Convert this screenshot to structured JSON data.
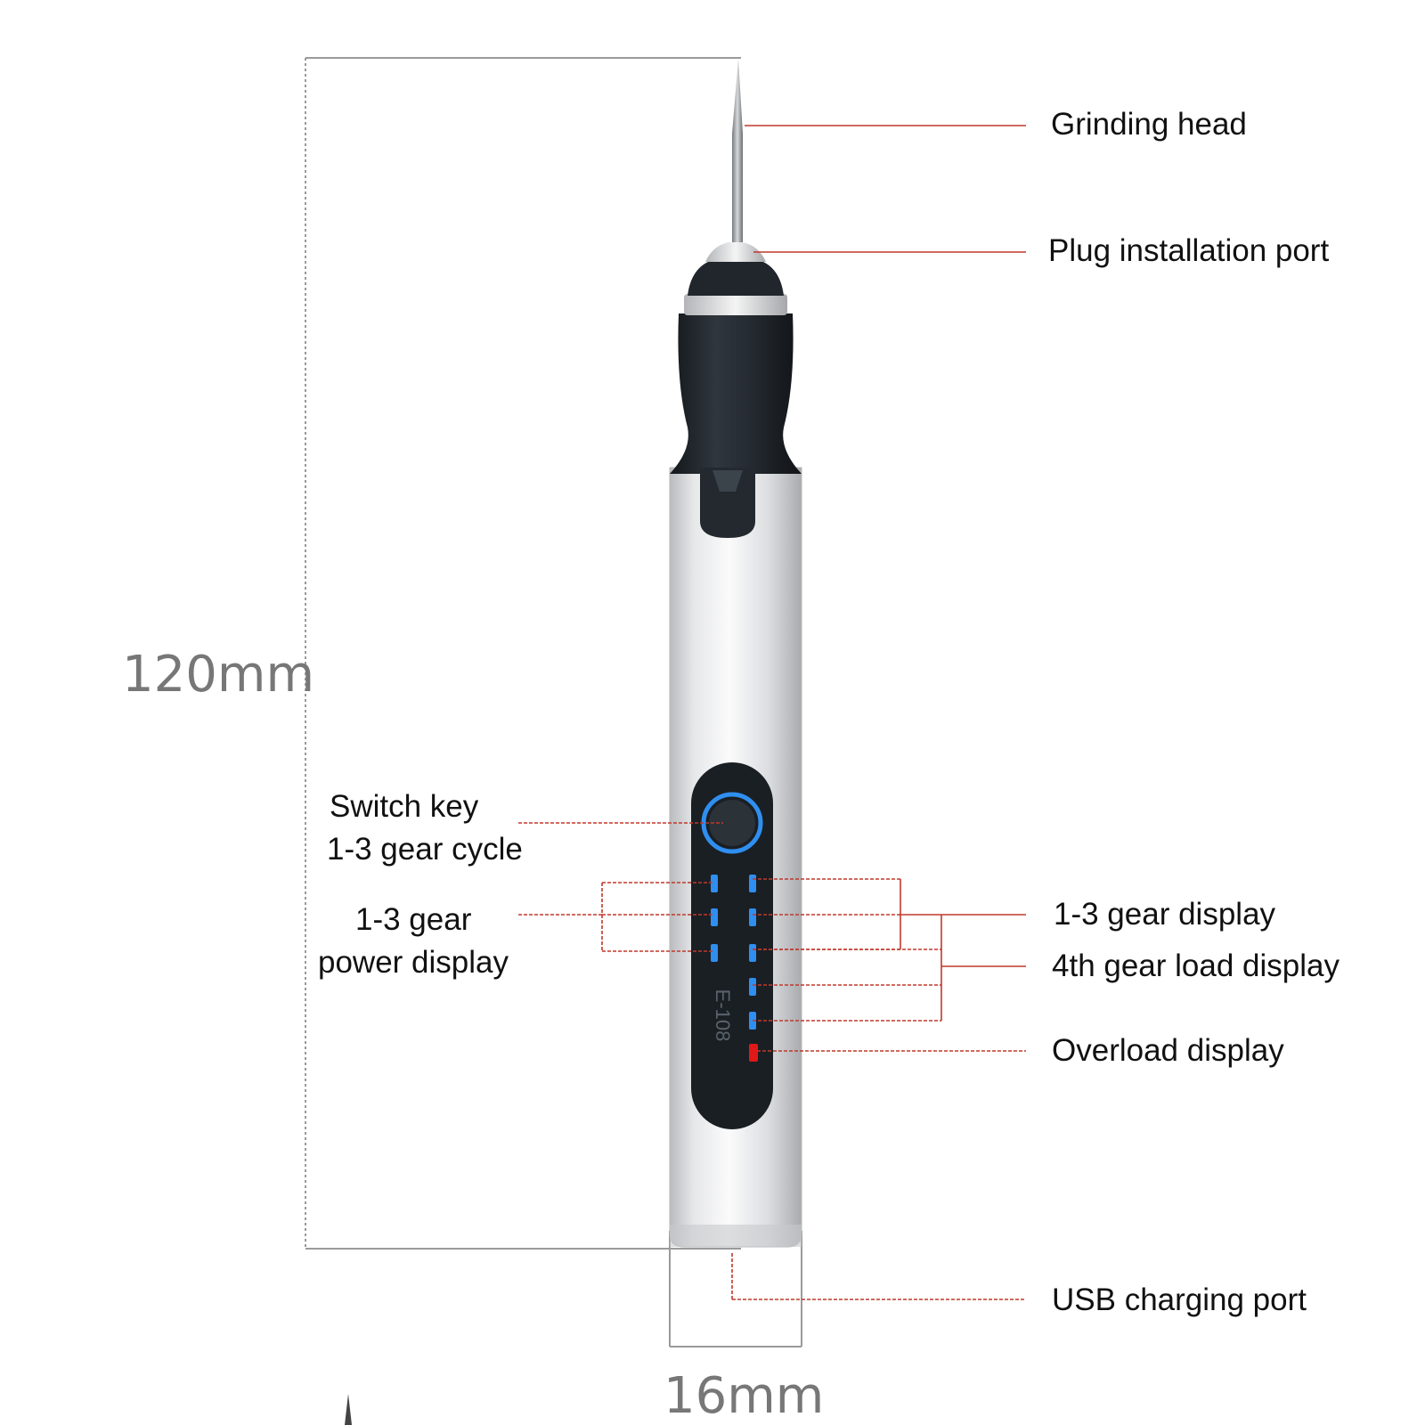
{
  "dimensions": {
    "height": "120mm",
    "width": "16mm"
  },
  "device": {
    "model": "E-108"
  },
  "callouts": {
    "grinding_head": "Grinding head",
    "plug_port": "Plug installation port",
    "switch_key_line1": "Switch key",
    "switch_key_line2": "1-3 gear cycle",
    "power_display_line1": "1-3 gear",
    "power_display_line2": "power display",
    "gear_display": "1-3 gear display",
    "load_display": "4th gear load display",
    "overload_display": "Overload display",
    "usb_port": "USB charging port"
  },
  "colors": {
    "leader_line": "#c0392b",
    "led_blue": "#2f8ff0",
    "led_red": "#e01818",
    "grip_dark": "#1f252b",
    "panel_dark": "#1a1f24",
    "dimension_line": "#9a9a9a"
  }
}
